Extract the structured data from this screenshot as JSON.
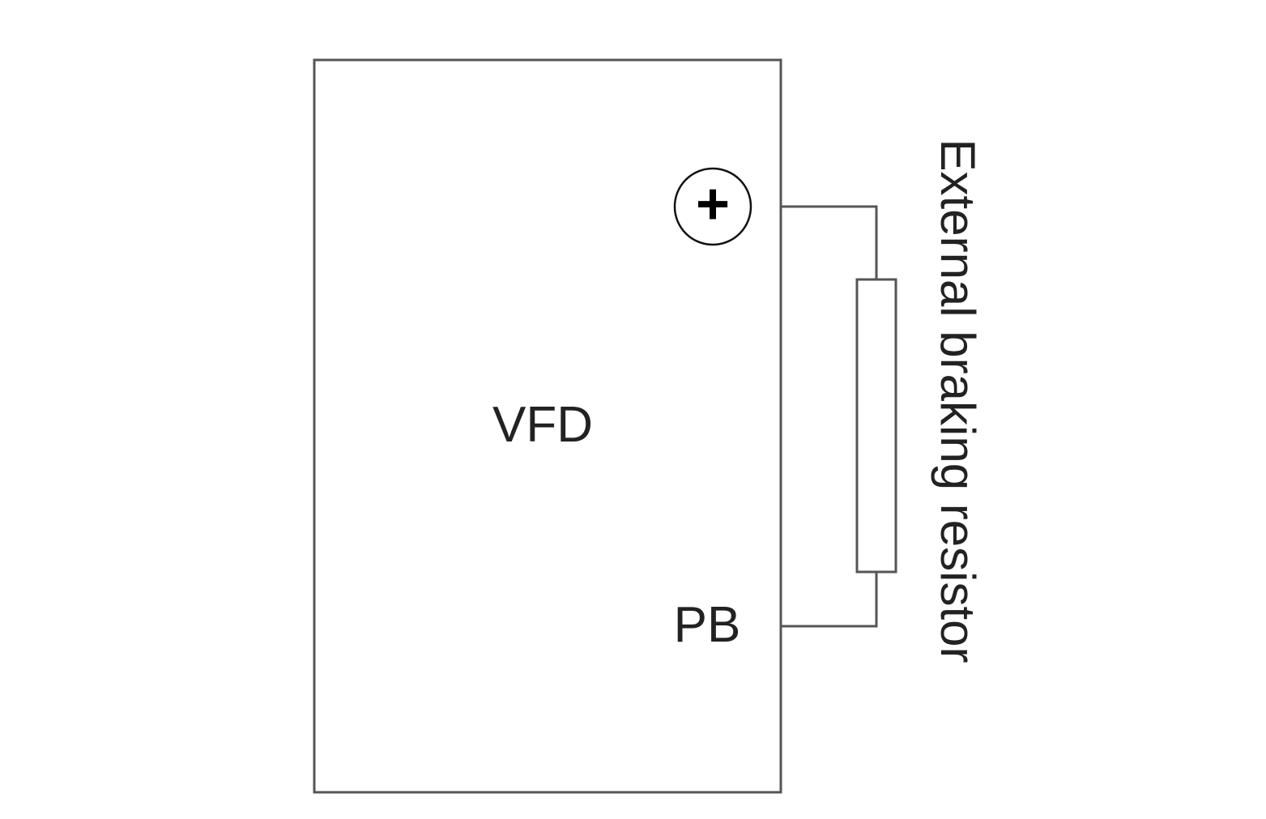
{
  "diagram": {
    "vfd_label": "VFD",
    "plus_terminal_symbol": "+",
    "pb_terminal_label": "PB",
    "resistor_label": "External braking resistor"
  },
  "colors": {
    "line": "#555555",
    "symbol": "#111111",
    "text": "#222222"
  }
}
